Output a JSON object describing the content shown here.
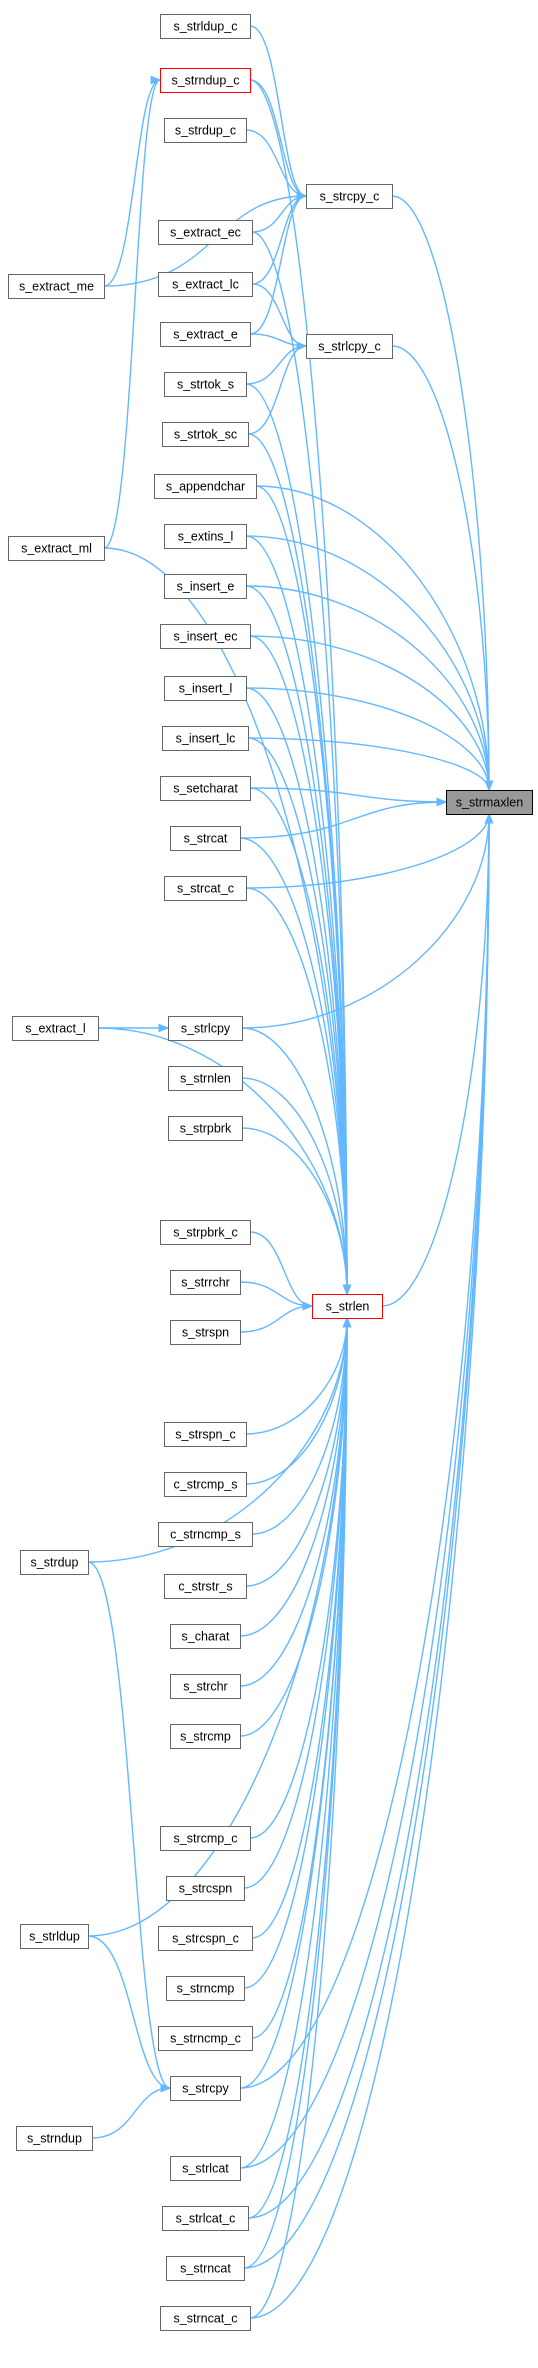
{
  "graph": {
    "arrow_color": "#63b8ff",
    "focus_color": "#999999",
    "highlight_color": "#ff0000",
    "nodes": [
      {
        "id": "s_strldup_c",
        "label": "s_strldup_c"
      },
      {
        "id": "s_strndup_c",
        "label": "s_strndup_c",
        "style": "red"
      },
      {
        "id": "s_strdup_c",
        "label": "s_strdup_c"
      },
      {
        "id": "s_extract_ec",
        "label": "s_extract_ec"
      },
      {
        "id": "s_extract_lc",
        "label": "s_extract_lc"
      },
      {
        "id": "s_extract_e",
        "label": "s_extract_e"
      },
      {
        "id": "s_strtok_s",
        "label": "s_strtok_s"
      },
      {
        "id": "s_strtok_sc",
        "label": "s_strtok_sc"
      },
      {
        "id": "s_appendchar",
        "label": "s_appendchar"
      },
      {
        "id": "s_extins_l",
        "label": "s_extins_l"
      },
      {
        "id": "s_insert_e",
        "label": "s_insert_e"
      },
      {
        "id": "s_insert_ec",
        "label": "s_insert_ec"
      },
      {
        "id": "s_insert_l",
        "label": "s_insert_l"
      },
      {
        "id": "s_insert_lc",
        "label": "s_insert_lc"
      },
      {
        "id": "s_setcharat",
        "label": "s_setcharat"
      },
      {
        "id": "s_strcat",
        "label": "s_strcat"
      },
      {
        "id": "s_strcat_c",
        "label": "s_strcat_c"
      },
      {
        "id": "s_strlcpy",
        "label": "s_strlcpy"
      },
      {
        "id": "s_strnlen",
        "label": "s_strnlen"
      },
      {
        "id": "s_strpbrk",
        "label": "s_strpbrk"
      },
      {
        "id": "s_strpbrk_c",
        "label": "s_strpbrk_c"
      },
      {
        "id": "s_strrchr",
        "label": "s_strrchr"
      },
      {
        "id": "s_strspn",
        "label": "s_strspn"
      },
      {
        "id": "s_strspn_c",
        "label": "s_strspn_c"
      },
      {
        "id": "c_strcmp_s",
        "label": "c_strcmp_s"
      },
      {
        "id": "c_strncmp_s",
        "label": "c_strncmp_s"
      },
      {
        "id": "c_strstr_s",
        "label": "c_strstr_s"
      },
      {
        "id": "s_charat",
        "label": "s_charat"
      },
      {
        "id": "s_strchr",
        "label": "s_strchr"
      },
      {
        "id": "s_strcmp",
        "label": "s_strcmp"
      },
      {
        "id": "s_strcmp_c",
        "label": "s_strcmp_c"
      },
      {
        "id": "s_strcspn",
        "label": "s_strcspn"
      },
      {
        "id": "s_strcspn_c",
        "label": "s_strcspn_c"
      },
      {
        "id": "s_strncmp",
        "label": "s_strncmp"
      },
      {
        "id": "s_strncmp_c",
        "label": "s_strncmp_c"
      },
      {
        "id": "s_strcpy",
        "label": "s_strcpy"
      },
      {
        "id": "s_strlcat",
        "label": "s_strlcat"
      },
      {
        "id": "s_strlcat_c",
        "label": "s_strlcat_c"
      },
      {
        "id": "s_strncat",
        "label": "s_strncat"
      },
      {
        "id": "s_strncat_c",
        "label": "s_strncat_c"
      },
      {
        "id": "s_extract_me",
        "label": "s_extract_me"
      },
      {
        "id": "s_extract_ml",
        "label": "s_extract_ml"
      },
      {
        "id": "s_extract_l",
        "label": "s_extract_l"
      },
      {
        "id": "s_strdup",
        "label": "s_strdup"
      },
      {
        "id": "s_strldup",
        "label": "s_strldup"
      },
      {
        "id": "s_strndup",
        "label": "s_strndup"
      },
      {
        "id": "s_strcpy_c",
        "label": "s_strcpy_c"
      },
      {
        "id": "s_strlcpy_c",
        "label": "s_strlcpy_c"
      },
      {
        "id": "s_strlen",
        "label": "s_strlen",
        "style": "red"
      },
      {
        "id": "s_strmaxlen",
        "label": "s_strmaxlen",
        "style": "focus"
      }
    ],
    "edges": [
      [
        "s_strldup_c",
        "s_strcpy_c"
      ],
      [
        "s_strndup_c",
        "s_strcpy_c"
      ],
      [
        "s_strdup_c",
        "s_strcpy_c"
      ],
      [
        "s_extract_ec",
        "s_strcpy_c"
      ],
      [
        "s_extract_lc",
        "s_strcpy_c"
      ],
      [
        "s_extract_e",
        "s_strcpy_c"
      ],
      [
        "s_extract_me",
        "s_strcpy_c"
      ],
      [
        "s_extract_lc",
        "s_strlcpy_c"
      ],
      [
        "s_extract_e",
        "s_strlcpy_c"
      ],
      [
        "s_strtok_s",
        "s_strlcpy_c"
      ],
      [
        "s_strtok_sc",
        "s_strlcpy_c"
      ],
      [
        "s_extract_me",
        "s_strndup_c"
      ],
      [
        "s_extract_ml",
        "s_strndup_c"
      ],
      [
        "s_extract_l",
        "s_strlcpy"
      ],
      [
        "s_strldup",
        "s_strcpy"
      ],
      [
        "s_strndup",
        "s_strcpy"
      ],
      [
        "s_strcpy_c",
        "s_strmaxlen"
      ],
      [
        "s_strlcpy_c",
        "s_strmaxlen"
      ],
      [
        "s_appendchar",
        "s_strmaxlen"
      ],
      [
        "s_extins_l",
        "s_strmaxlen"
      ],
      [
        "s_insert_e",
        "s_strmaxlen"
      ],
      [
        "s_insert_ec",
        "s_strmaxlen"
      ],
      [
        "s_insert_l",
        "s_strmaxlen"
      ],
      [
        "s_insert_lc",
        "s_strmaxlen"
      ],
      [
        "s_setcharat",
        "s_strmaxlen"
      ],
      [
        "s_strcat",
        "s_strmaxlen"
      ],
      [
        "s_strcat_c",
        "s_strmaxlen"
      ],
      [
        "s_strlcpy",
        "s_strmaxlen"
      ],
      [
        "s_strlen",
        "s_strmaxlen"
      ],
      [
        "s_strcpy",
        "s_strmaxlen"
      ],
      [
        "s_strlcat",
        "s_strmaxlen"
      ],
      [
        "s_strlcat_c",
        "s_strmaxlen"
      ],
      [
        "s_strncat",
        "s_strmaxlen"
      ],
      [
        "s_strncat_c",
        "s_strmaxlen"
      ],
      [
        "s_strndup_c",
        "s_strlen"
      ],
      [
        "s_extract_ec",
        "s_strlen"
      ],
      [
        "s_strtok_s",
        "s_strlen"
      ],
      [
        "s_strtok_sc",
        "s_strlen"
      ],
      [
        "s_appendchar",
        "s_strlen"
      ],
      [
        "s_extins_l",
        "s_strlen"
      ],
      [
        "s_insert_e",
        "s_strlen"
      ],
      [
        "s_insert_ec",
        "s_strlen"
      ],
      [
        "s_insert_l",
        "s_strlen"
      ],
      [
        "s_insert_lc",
        "s_strlen"
      ],
      [
        "s_setcharat",
        "s_strlen"
      ],
      [
        "s_strcat",
        "s_strlen"
      ],
      [
        "s_strcat_c",
        "s_strlen"
      ],
      [
        "s_strlcpy",
        "s_strlen"
      ],
      [
        "s_strnlen",
        "s_strlen"
      ],
      [
        "s_strpbrk",
        "s_strlen"
      ],
      [
        "s_strpbrk_c",
        "s_strlen"
      ],
      [
        "s_strrchr",
        "s_strlen"
      ],
      [
        "s_strspn",
        "s_strlen"
      ],
      [
        "s_extract_ml",
        "s_strlen"
      ],
      [
        "s_extract_l",
        "s_strlen"
      ],
      [
        "s_strdup",
        "s_strlen"
      ],
      [
        "s_strldup",
        "s_strlen"
      ],
      [
        "s_strcpy",
        "s_strlen"
      ],
      [
        "s_strspn_c",
        "s_strlen"
      ],
      [
        "c_strcmp_s",
        "s_strlen"
      ],
      [
        "c_strncmp_s",
        "s_strlen"
      ],
      [
        "c_strstr_s",
        "s_strlen"
      ],
      [
        "s_charat",
        "s_strlen"
      ],
      [
        "s_strchr",
        "s_strlen"
      ],
      [
        "s_strcmp",
        "s_strlen"
      ],
      [
        "s_strcmp_c",
        "s_strlen"
      ],
      [
        "s_strcspn",
        "s_strlen"
      ],
      [
        "s_strcspn_c",
        "s_strlen"
      ],
      [
        "s_strncmp",
        "s_strlen"
      ],
      [
        "s_strncmp_c",
        "s_strlen"
      ],
      [
        "s_strlcat",
        "s_strlen"
      ],
      [
        "s_strlcat_c",
        "s_strlen"
      ],
      [
        "s_strncat",
        "s_strlen"
      ],
      [
        "s_strncat_c",
        "s_strlen"
      ],
      [
        "s_strdup",
        "s_strcpy"
      ]
    ]
  }
}
